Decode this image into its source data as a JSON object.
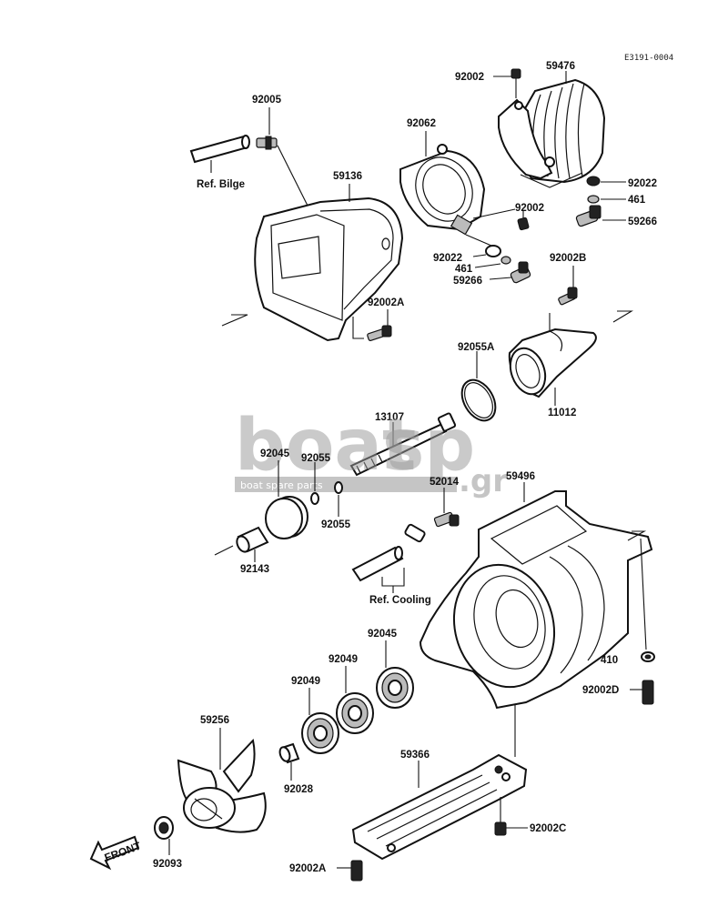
{
  "drawing_code": "E3191-0004",
  "labels": {
    "p92005": "92005",
    "ref_bilge": "Ref. Bilge",
    "p59136": "59136",
    "p92062": "92062",
    "p92002_top": "92002",
    "p59476": "59476",
    "p92022_right": "92022",
    "p461_right": "461",
    "p59266_right": "59266",
    "p92002_mid": "92002",
    "p92022_left": "92022",
    "p461_left": "461",
    "p59266_left": "59266",
    "p92002b": "92002B",
    "p92002a_top": "92002A",
    "p92055a": "92055A",
    "p11012": "11012",
    "p13107": "13107",
    "p92045_top": "92045",
    "p92055_a": "92055",
    "p92055_b": "92055",
    "p52014": "52014",
    "p59496": "59496",
    "p92143": "92143",
    "ref_cooling": "Ref. Cooling",
    "p92045_low": "92045",
    "p92049_a": "92049",
    "p92049_b": "92049",
    "p410": "410",
    "p92002d": "92002D",
    "p59256": "59256",
    "p92028": "92028",
    "p59366": "59366",
    "p92002c": "92002C",
    "p92093": "92093",
    "p92002a_bottom": "92002A"
  },
  "front_marker": "FRONT",
  "watermark": {
    "brand_left": "boat",
    "brand_right": "sp",
    "tld": ".gr",
    "tagline": "boat spare parts"
  }
}
